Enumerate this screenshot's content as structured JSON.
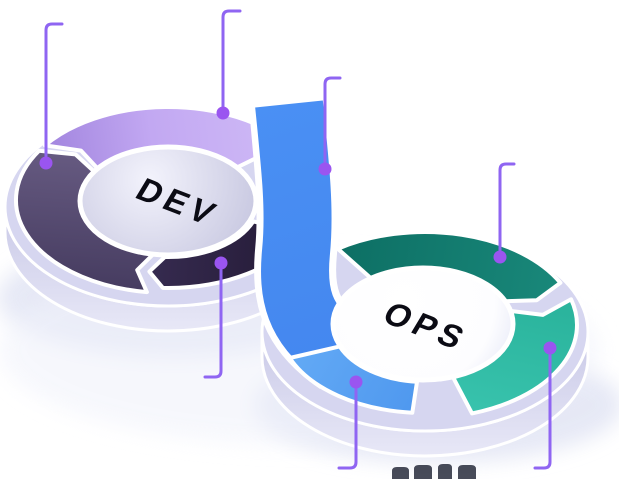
{
  "diagram": {
    "name": "devops-infinity-loop-illustration",
    "dev_label": "DEV",
    "ops_label": "OPS",
    "colors": {
      "dev_top_segment": "#bfa2f3",
      "dev_left_segment": "#584b72",
      "dev_bottom_segment": "#2c2142",
      "ribbon": "#4a90f4",
      "ops_top_segment": "#117c70",
      "ops_right_segment": "#2eb9a2",
      "ops_bottom_segment": "#58a2f0",
      "platform": "#d6d6f0",
      "outline": "#ffffff",
      "callout_line": "#8f65f2",
      "callout_dot": "#9a55f0"
    },
    "callouts": [
      {
        "id": 1,
        "target": "dev-left-segment"
      },
      {
        "id": 2,
        "target": "dev-top-segment"
      },
      {
        "id": 3,
        "target": "ribbon"
      },
      {
        "id": 4,
        "target": "ops-top-segment"
      },
      {
        "id": 5,
        "target": "dev-bottom-segment"
      },
      {
        "id": 6,
        "target": "ops-bottom-segment"
      },
      {
        "id": 7,
        "target": "ops-right-segment"
      }
    ]
  }
}
